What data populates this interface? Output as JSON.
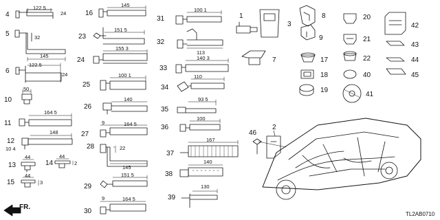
{
  "diagram_code": "TL2AB0710",
  "front_label": "FR.",
  "parts": [
    {
      "no": "4",
      "dims": [
        "122 5",
        "24"
      ]
    },
    {
      "no": "5",
      "dims": [
        "32",
        "145"
      ]
    },
    {
      "no": "6",
      "dims": [
        "122.5",
        "24"
      ]
    },
    {
      "no": "10",
      "dims": [
        "50"
      ]
    },
    {
      "no": "11",
      "dims": [
        "164 5"
      ]
    },
    {
      "no": "12",
      "dims": [
        "148",
        "10 4"
      ]
    },
    {
      "no": "13",
      "dims": [
        "44"
      ]
    },
    {
      "no": "14",
      "dims": [
        "44",
        "2"
      ]
    },
    {
      "no": "15",
      "dims": [
        "44",
        "3"
      ]
    },
    {
      "no": "16",
      "dims": [
        "145"
      ]
    },
    {
      "no": "23",
      "dims": [
        "151 5"
      ]
    },
    {
      "no": "24",
      "dims": [
        "155 3"
      ]
    },
    {
      "no": "25",
      "dims": [
        "100 1"
      ]
    },
    {
      "no": "26",
      "dims": [
        "140"
      ]
    },
    {
      "no": "27",
      "dims": [
        "9",
        "164 5"
      ]
    },
    {
      "no": "28",
      "dims": [
        "22",
        "145"
      ]
    },
    {
      "no": "29",
      "dims": [
        "151 5"
      ]
    },
    {
      "no": "30",
      "dims": [
        "9",
        "164 5"
      ]
    },
    {
      "no": "31",
      "dims": [
        "100 1"
      ]
    },
    {
      "no": "32",
      "dims": [
        "113"
      ]
    },
    {
      "no": "33",
      "dims": [
        "140 3"
      ]
    },
    {
      "no": "34",
      "dims": [
        "110"
      ]
    },
    {
      "no": "35",
      "dims": [
        "93 5"
      ]
    },
    {
      "no": "36",
      "dims": [
        "100"
      ]
    },
    {
      "no": "37",
      "dims": [
        "167"
      ]
    },
    {
      "no": "38",
      "dims": [
        "140"
      ]
    },
    {
      "no": "39",
      "dims": [
        "130"
      ]
    },
    {
      "no": "1",
      "dims": []
    },
    {
      "no": "3",
      "dims": []
    },
    {
      "no": "7",
      "dims": []
    },
    {
      "no": "8",
      "dims": []
    },
    {
      "no": "9",
      "dims": []
    },
    {
      "no": "17",
      "dims": []
    },
    {
      "no": "18",
      "dims": []
    },
    {
      "no": "19",
      "dims": []
    },
    {
      "no": "20",
      "dims": []
    },
    {
      "no": "21",
      "dims": []
    },
    {
      "no": "22",
      "dims": []
    },
    {
      "no": "40",
      "dims": []
    },
    {
      "no": "41",
      "dims": []
    },
    {
      "no": "42",
      "dims": []
    },
    {
      "no": "43",
      "dims": []
    },
    {
      "no": "44",
      "dims": []
    },
    {
      "no": "45",
      "dims": []
    },
    {
      "no": "46",
      "dims": []
    },
    {
      "no": "2",
      "dims": []
    }
  ]
}
